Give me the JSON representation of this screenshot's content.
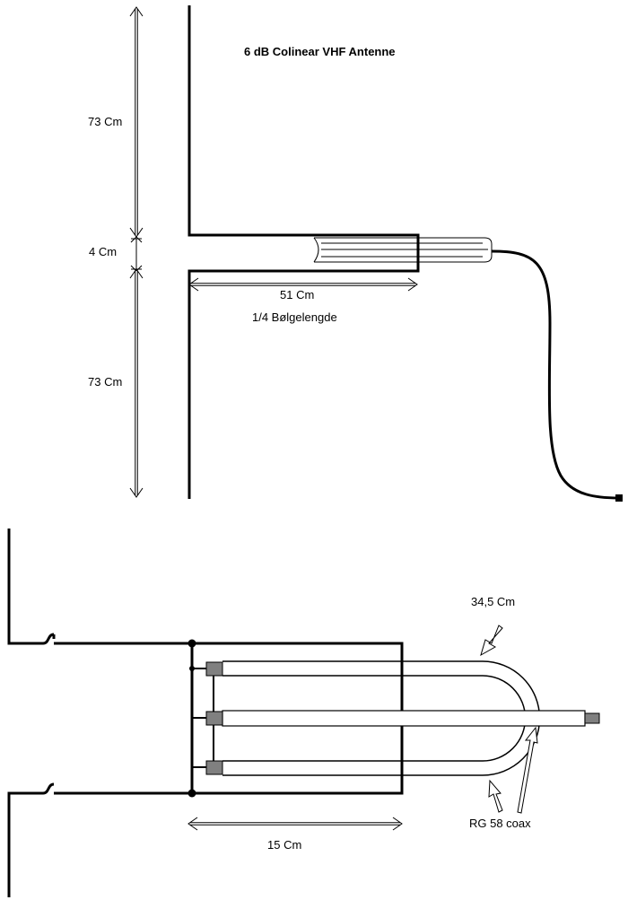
{
  "title": "6 dB Colinear VHF Antenne",
  "top": {
    "dim_upper": "73 Cm",
    "dim_gap": "4 Cm",
    "dim_lower": "73 Cm",
    "dim_stub": "51 Cm",
    "stub_note": "1/4 Bølgelengde"
  },
  "bottom": {
    "dim_loop": "34,5 Cm",
    "dim_width": "15 Cm",
    "coax_label": "RG 58 coax"
  },
  "colors": {
    "line": "#000000",
    "connector": "#808080",
    "background": "#ffffff"
  }
}
